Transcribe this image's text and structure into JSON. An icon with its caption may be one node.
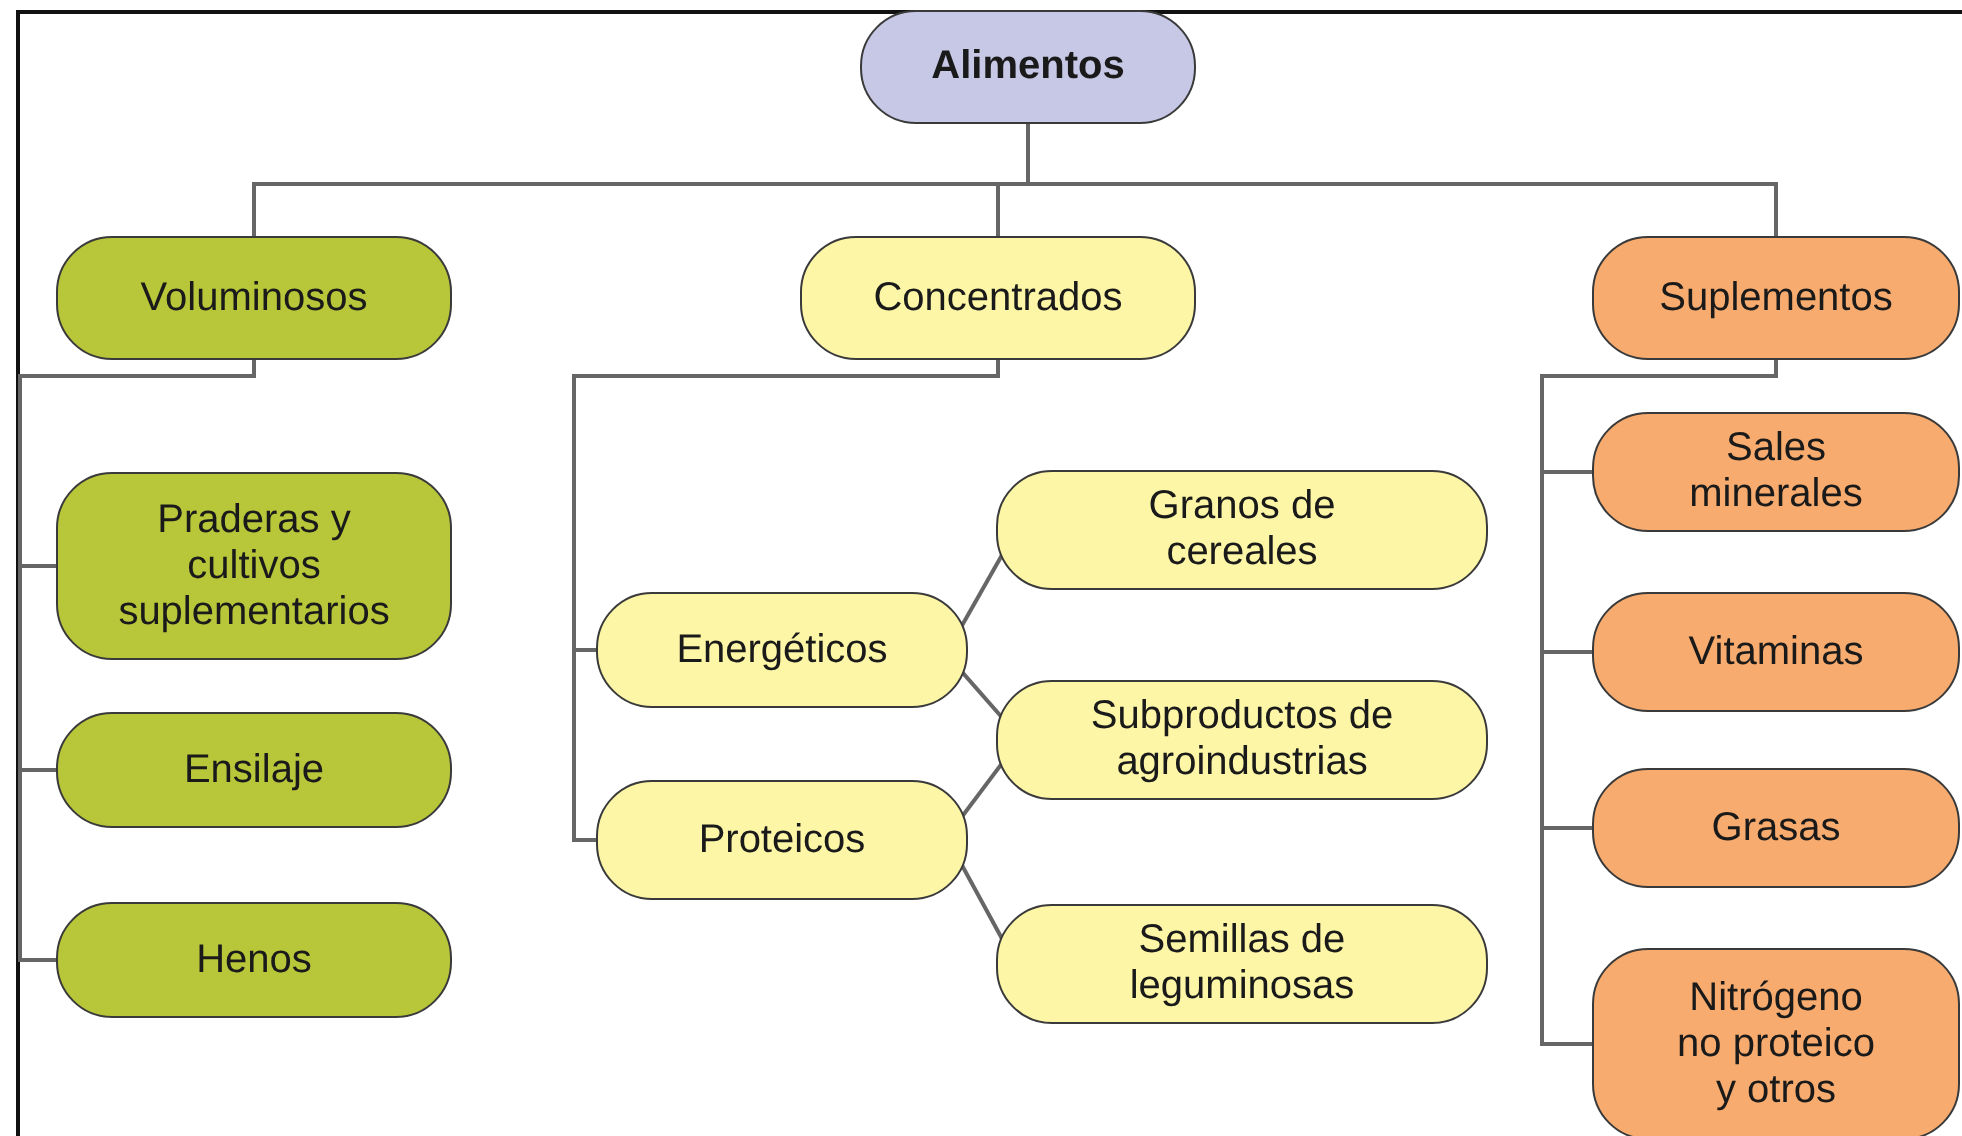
{
  "diagram": {
    "nodes": [
      {
        "text": [
          "Alimentos"
        ]
      },
      {
        "text": [
          "Voluminosos"
        ]
      },
      {
        "text": [
          "Concentrados"
        ]
      },
      {
        "text": [
          "Suplementos"
        ]
      },
      {
        "text": [
          "Praderas y cultivos suplementarios"
        ]
      },
      {
        "text": [
          "Ensilaje"
        ]
      },
      {
        "text": [
          "Henos"
        ]
      },
      {
        "text": [
          "Energéticos"
        ]
      },
      {
        "text": [
          "Proteicos"
        ]
      },
      {
        "text": [
          "Granos de cereales"
        ]
      },
      {
        "text": [
          "Subproductos de agroindustrias"
        ]
      },
      {
        "text": [
          "Semillas de leguminosas"
        ]
      },
      {
        "text": [
          "Sales minerales"
        ]
      },
      {
        "text": [
          "Vitaminas"
        ]
      },
      {
        "text": [
          "Grasas"
        ]
      },
      {
        "text": [
          "Nitrógeno no proteico y otros"
        ]
      }
    ],
    "edges": [
      {
        "from": 0,
        "to": 1,
        "arrow": "none"
      },
      {
        "from": 0,
        "to": 2,
        "arrow": "none"
      },
      {
        "from": 0,
        "to": 3,
        "arrow": "none"
      },
      {
        "from": 1,
        "to": 4,
        "arrow": "none"
      },
      {
        "from": 1,
        "to": 5,
        "arrow": "none"
      },
      {
        "from": 1,
        "to": 6,
        "arrow": "none"
      },
      {
        "from": 2,
        "to": 7,
        "arrow": "none"
      },
      {
        "from": 2,
        "to": 8,
        "arrow": "none"
      },
      {
        "from": 7,
        "to": 9,
        "arrow": "none"
      },
      {
        "from": 7,
        "to": 10,
        "arrow": "none"
      },
      {
        "from": 8,
        "to": 10,
        "arrow": "none"
      },
      {
        "from": 8,
        "to": 11,
        "arrow": "none"
      },
      {
        "from": 3,
        "to": 12,
        "arrow": "none"
      },
      {
        "from": 3,
        "to": 13,
        "arrow": "none"
      },
      {
        "from": 3,
        "to": 14,
        "arrow": "none"
      },
      {
        "from": 3,
        "to": 15,
        "arrow": "none"
      }
    ]
  }
}
